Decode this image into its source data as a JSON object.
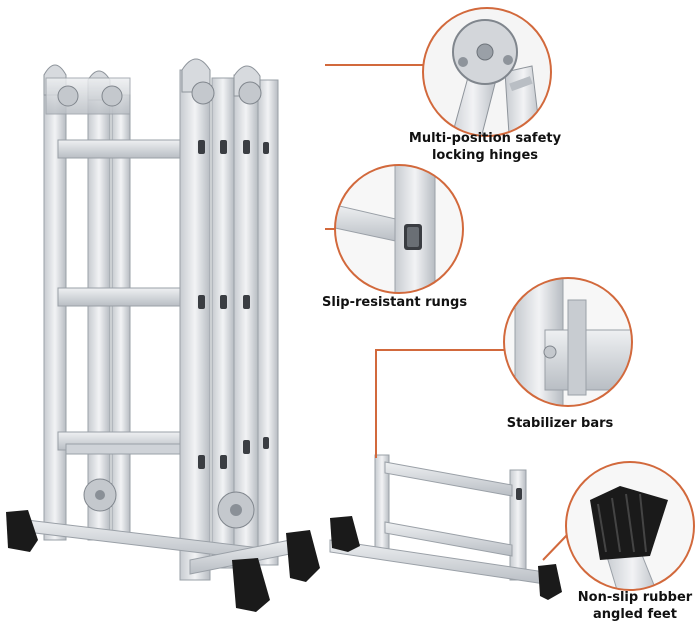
{
  "features": [
    {
      "label_line1": "Multi-position safety",
      "label_line2": "locking hinges"
    },
    {
      "label_line1": "Slip-resistant rungs"
    },
    {
      "label_line1": "Stabilizer bars"
    },
    {
      "label_line1": "Non-slip rubber",
      "label_line2": "angled feet"
    }
  ],
  "colors": {
    "accent": "#d2693c",
    "aluminum": "#dcdfe3",
    "aluminum_dark": "#a9aeb5",
    "rubber": "#1a1a1a"
  },
  "icons": [
    "hinge-closeup",
    "rung-closeup",
    "stabilizer-closeup",
    "rubber-foot-closeup"
  ]
}
